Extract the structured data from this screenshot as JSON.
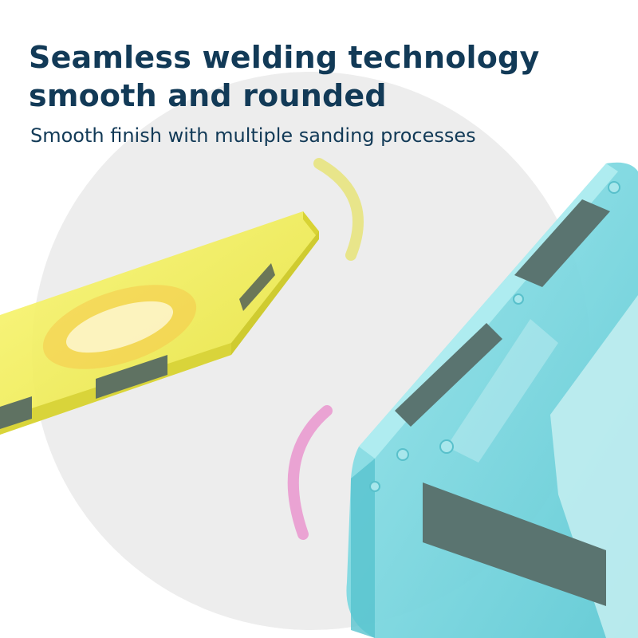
{
  "headline": {
    "line1": "Seamless welding technology",
    "line2": "smooth and rounded"
  },
  "subheadline": "Smooth finish with multiple sanding processes",
  "colors": {
    "text": "#123a57",
    "background_circle": "#ededed",
    "yellow_piece": "#f2ef5a",
    "cyan_piece": "#7fd8e0",
    "magnet": "#5a7470",
    "yellow_arc": "#e8e58a",
    "pink_arc": "#eaa3d3"
  }
}
